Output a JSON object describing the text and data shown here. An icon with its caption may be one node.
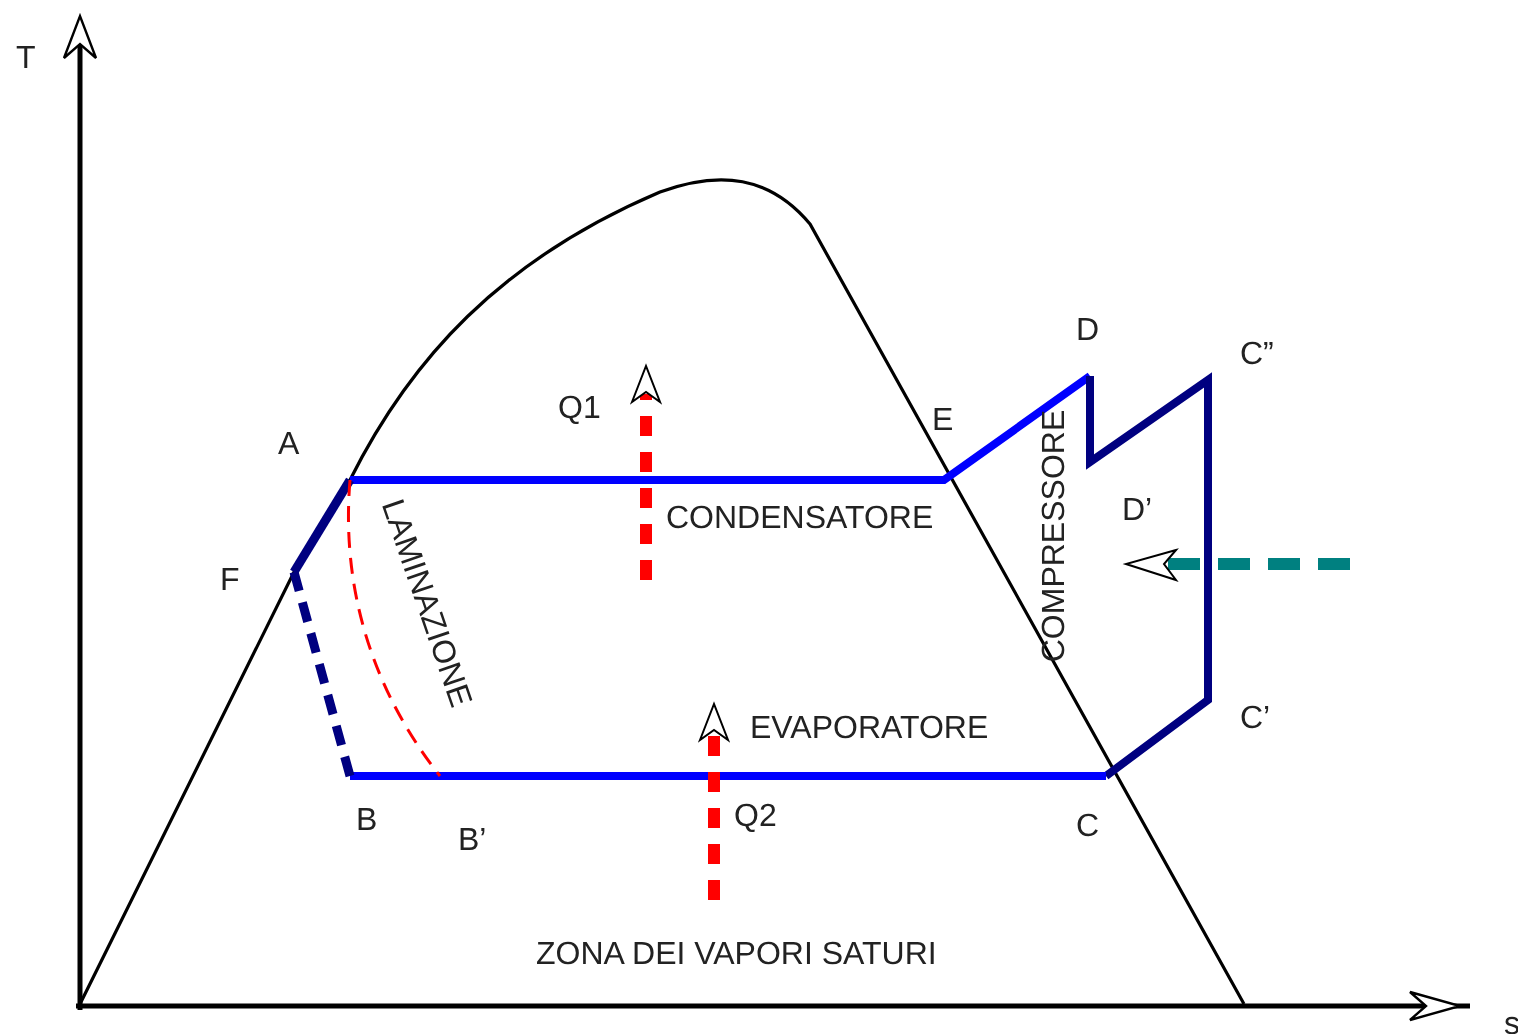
{
  "diagram": {
    "labels": [
      "T",
      "D",
      "C”",
      "Q1",
      "E",
      "A",
      "D’",
      "CONDENSATORE",
      "F",
      "LAMINAZIONE",
      "COMPRESSORE",
      "C’",
      "EVAPORATORE",
      "Q2",
      "B",
      "C",
      "B’",
      "ZONA DEI VAPORI SATURI",
      "s"
    ]
  }
}
